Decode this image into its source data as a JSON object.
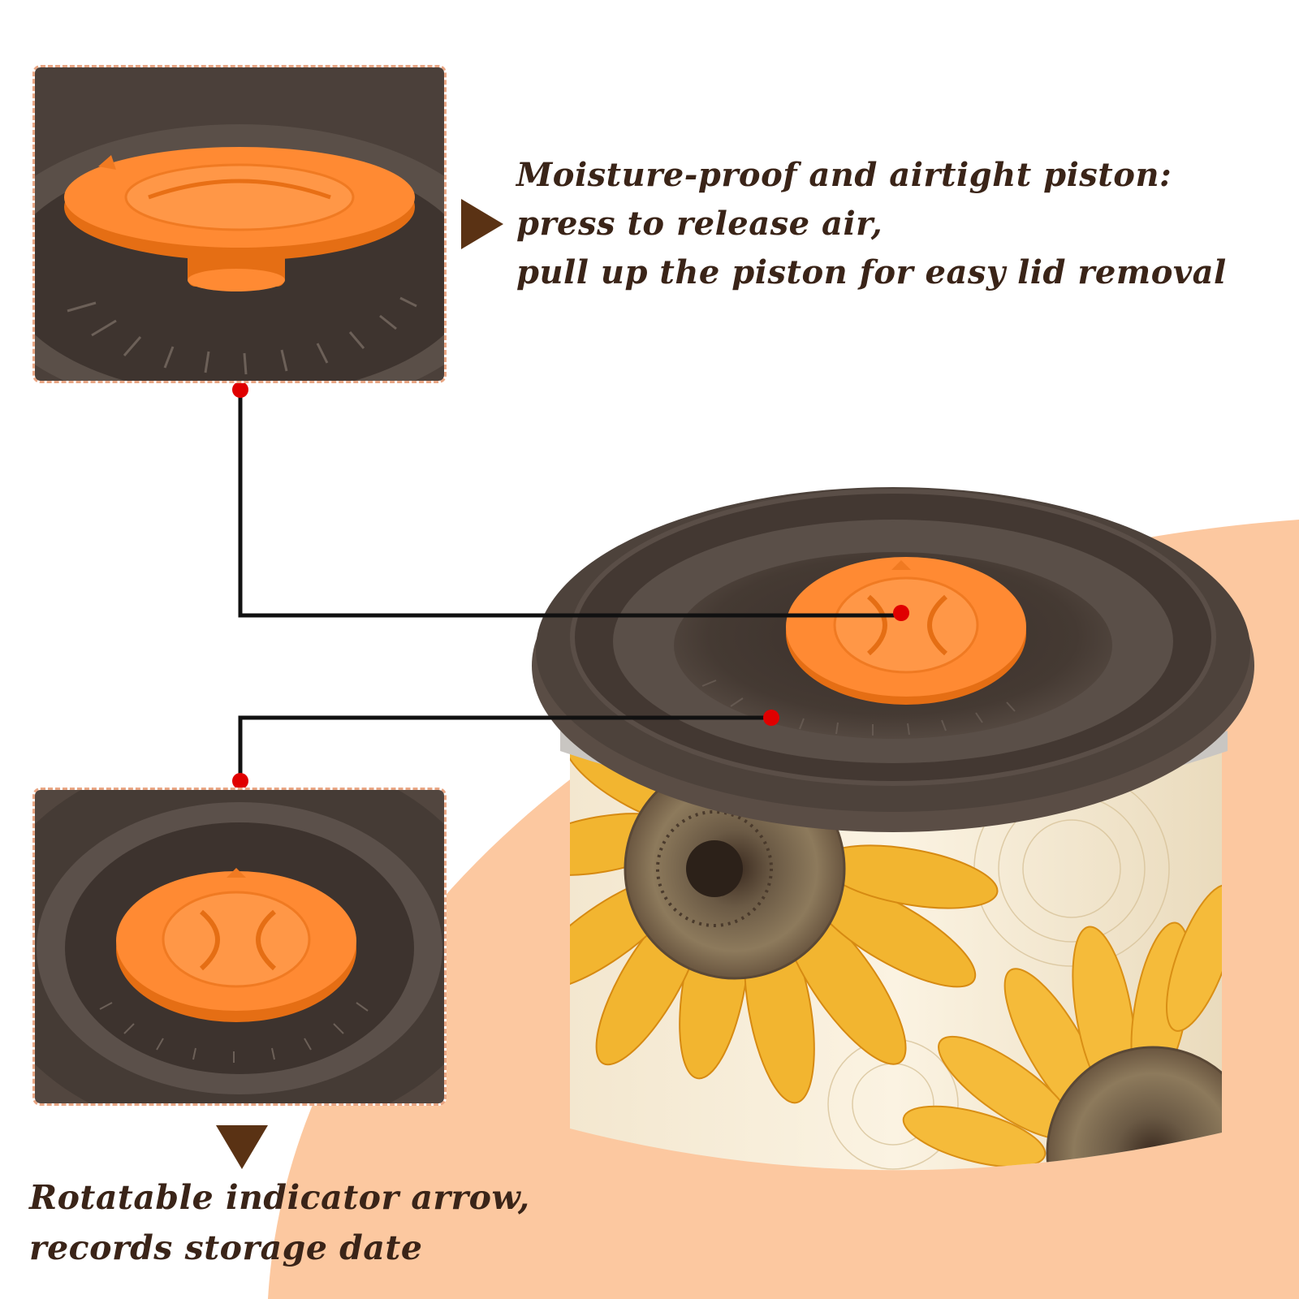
{
  "captions": {
    "top": {
      "lines": [
        "Moisture-proof and airtight piston:",
        "press to release air,",
        "pull up the piston for easy lid removal"
      ]
    },
    "bottom": {
      "lines": [
        "Rotatable indicator arrow,",
        "records storage date"
      ]
    }
  },
  "colors": {
    "background": "#ffffff",
    "peach_backdrop": "#fcc8a0",
    "lid_dark": "#4a3f38",
    "piston_orange": "#ff8a33",
    "caption_text": "#3a2418",
    "pointer_arrow": "#5a3214",
    "callout_dot": "#e00000",
    "inset_border": "#e8a583"
  },
  "icons": {
    "top_pointer": "triangle-right-icon",
    "bottom_pointer": "triangle-down-icon"
  }
}
